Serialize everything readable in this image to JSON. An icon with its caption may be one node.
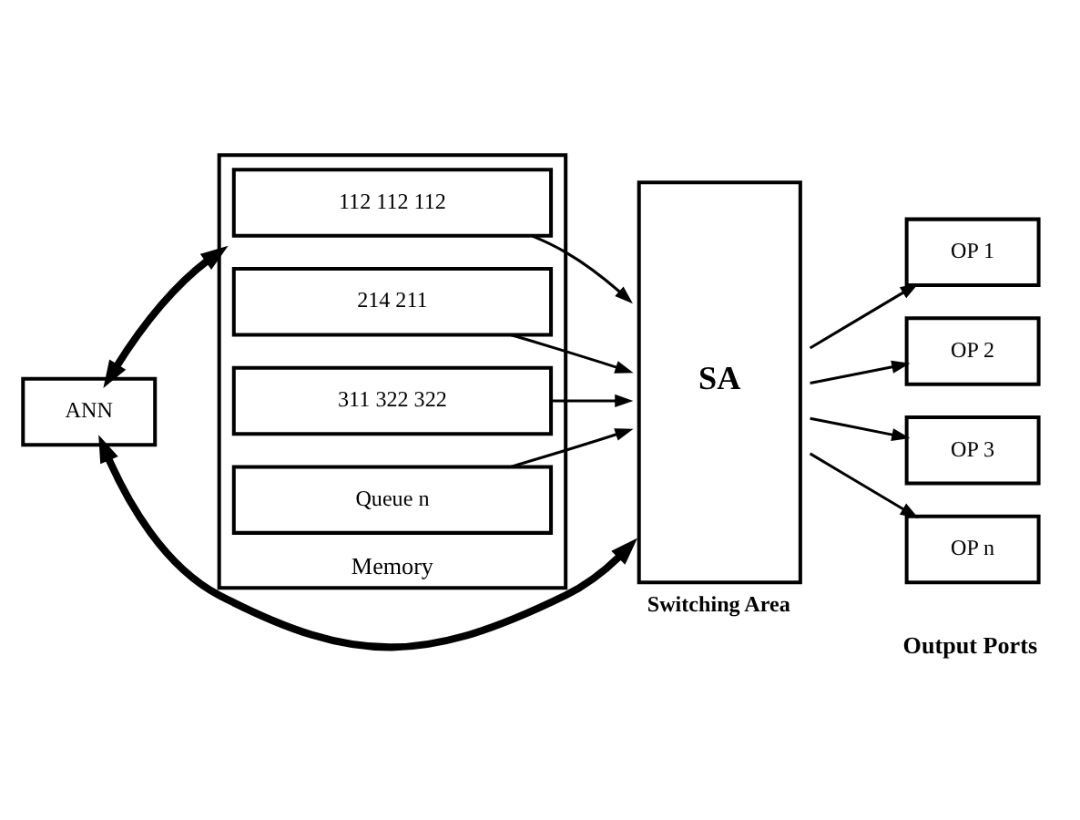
{
  "diagram": {
    "nodes": [
      {
        "text": [
          "ANN"
        ]
      },
      {
        "text": [
          "Memory"
        ]
      },
      {
        "text": [
          "112 112 112"
        ],
        "in": 1
      },
      {
        "text": [
          "214 211"
        ],
        "in": 1
      },
      {
        "text": [
          "311 322 322"
        ],
        "in": 1
      },
      {
        "text": [
          "Queue n"
        ],
        "in": 1
      },
      {
        "text": [
          "SA"
        ],
        "beside": [
          "Switching Area"
        ]
      },
      {
        "text": [
          "OP 1"
        ]
      },
      {
        "text": [
          "OP 2"
        ]
      },
      {
        "text": [
          "OP 3"
        ]
      },
      {
        "text": [
          "OP n"
        ]
      }
    ],
    "edges": [
      {
        "from": 0,
        "to": 1,
        "arrow": "both",
        "style": "thick"
      },
      {
        "from": 0,
        "to": 6,
        "arrow": "both",
        "style": "thick"
      },
      {
        "from": 2,
        "to": 6,
        "arrow": "to"
      },
      {
        "from": 3,
        "to": 6,
        "arrow": "to"
      },
      {
        "from": 4,
        "to": 6,
        "arrow": "to"
      },
      {
        "from": 5,
        "to": 6,
        "arrow": "to"
      },
      {
        "from": 6,
        "to": 7,
        "arrow": "to"
      },
      {
        "from": 6,
        "to": 8,
        "arrow": "to"
      },
      {
        "from": 6,
        "to": 9,
        "arrow": "to"
      },
      {
        "from": 6,
        "to": 10,
        "arrow": "to"
      }
    ],
    "labels": [
      "Output Ports"
    ]
  }
}
